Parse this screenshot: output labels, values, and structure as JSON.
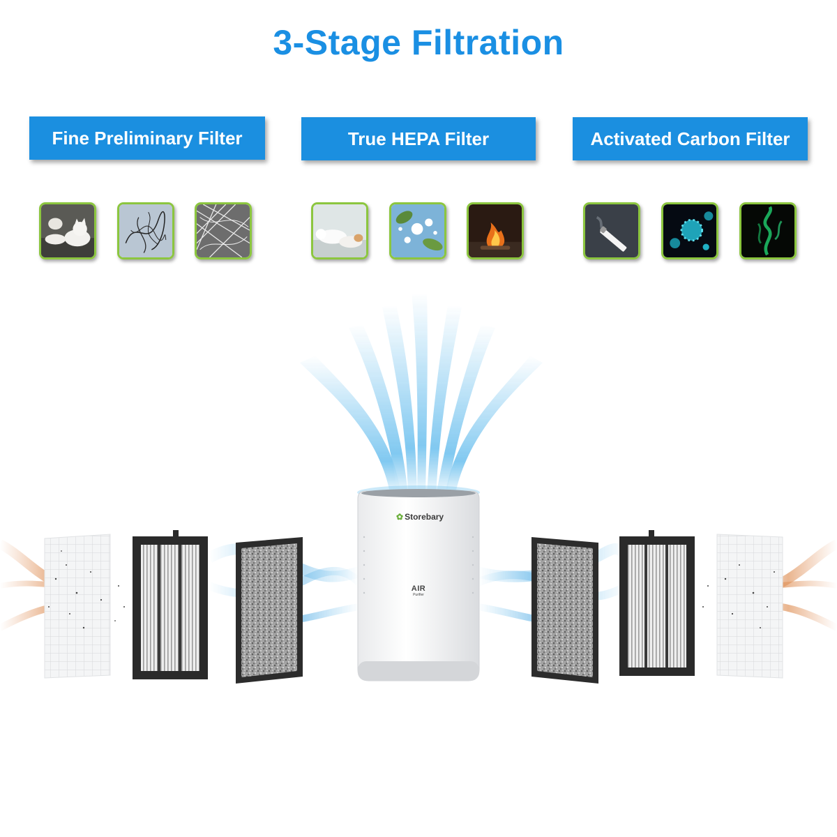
{
  "title": "3-Stage Filtration",
  "stages": [
    {
      "label": "Fine Preliminary Filter",
      "icons": [
        "cat-and-dog-hair-icon",
        "hair-strands-icon",
        "fiber-lint-icon"
      ]
    },
    {
      "label": "True HEPA Filter",
      "icons": [
        "pet-dander-icon",
        "pollen-icon",
        "smoke-fire-icon"
      ]
    },
    {
      "label": "Activated Carbon Filter",
      "icons": [
        "cigarette-smoke-icon",
        "virus-bacteria-icon",
        "odor-gas-icon"
      ]
    }
  ],
  "product": {
    "brand": "Storebary",
    "logo_line1": "AIR",
    "logo_line2": "Purifier"
  },
  "colors": {
    "title": "#1a8fe3",
    "label_bg": "#1b8fe0",
    "thumb_border": "#8cc63f",
    "airflow": "#5ab8ec"
  }
}
